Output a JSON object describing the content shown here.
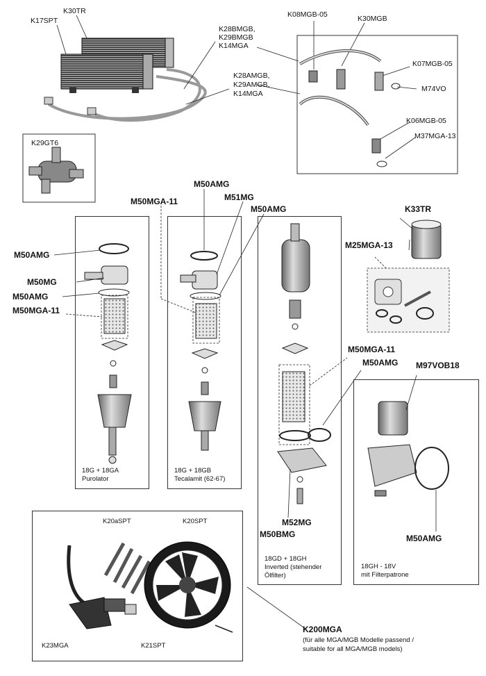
{
  "top": {
    "k30tr": "K30TR",
    "k17spt": "K17SPT",
    "k28bmgb": "K28BMGB,",
    "k29bmgb": "K29BMGB",
    "k14mga_1": "K14MGA",
    "k28amgb": "K28AMGB,",
    "k29amgb": "K29AMGB,",
    "k14mga_2": "K14MGA",
    "k08mgb": "K08MGB-05",
    "k30mgb": "K30MGB",
    "k07mgb": "K07MGB-05",
    "m74vo": "M74VO",
    "k06mgb": "K06MGB-05",
    "m37mga": "M37MGA-13",
    "k29gt6": "K29GT6"
  },
  "filters": {
    "m50amg_top": "M50AMG",
    "m50mga11_top": "M50MGA-11",
    "m51mg": "M51MG",
    "m50amg_top2": "M50AMG",
    "k33tr": "K33TR",
    "m25mga13": "M25MGA-13",
    "left_m50amg": "M50AMG",
    "left_m50mg": "M50MG",
    "left_m50amg2": "M50AMG",
    "left_m50mga11": "M50MGA-11",
    "mid_m50mga11": "M50MGA-11",
    "mid_m50amg": "M50AMG",
    "m97vob18": "M97VOB18",
    "m52mg": "M52MG",
    "m50bmg": "M50BMG",
    "right_m50amg": "M50AMG",
    "cap1_line1": "18G + 18GA",
    "cap1_line2": "Purolator",
    "cap2_line1": "18G + 18GB",
    "cap2_line2": "Tecalamit (62-67)",
    "cap3_line1": "18GD + 18GH",
    "cap3_line2": "Inverted (stehender",
    "cap3_line3": "Ölfilter)",
    "cap4_line1": "18GH -  18V",
    "cap4_line2": "mit Filterpatrone"
  },
  "fan": {
    "k20aspt": "K20aSPT",
    "k20spt": "K20SPT",
    "k23mga": "K23MGA",
    "k21spt": "K21SPT",
    "k200mga": "K200MGA",
    "desc1": "(für alle MGA/MGB Modelle passend /",
    "desc2": "suitable for all MGA/MGB models)"
  }
}
